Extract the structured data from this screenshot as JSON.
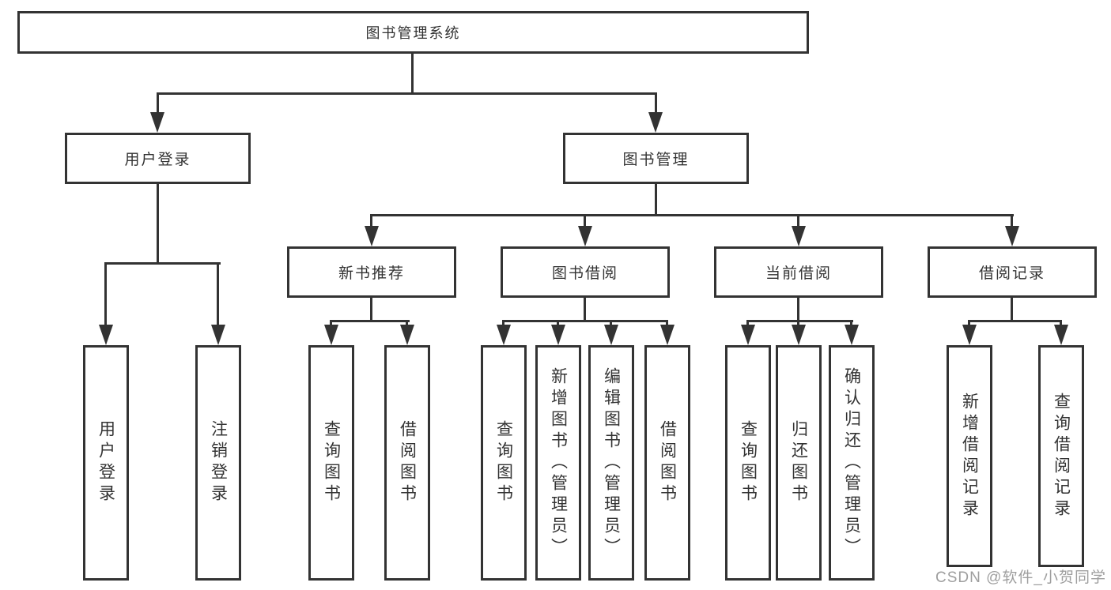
{
  "diagram": {
    "type": "hierarchy-tree",
    "colors": {
      "line": "#333333",
      "text": "#333333",
      "background": "#ffffff",
      "watermark": "#9e9e9e"
    },
    "nodes": {
      "root": {
        "label": "图书管理系统",
        "level": 1
      },
      "user_login": {
        "label": "用户登录",
        "level": 2,
        "parent": "root"
      },
      "book_management": {
        "label": "图书管理",
        "level": 2,
        "parent": "root"
      },
      "new_book_recommend": {
        "label": "新书推荐",
        "level": 3,
        "parent": "book_management"
      },
      "book_borrow": {
        "label": "图书借阅",
        "level": 3,
        "parent": "book_management"
      },
      "current_borrow": {
        "label": "当前借阅",
        "level": 3,
        "parent": "book_management"
      },
      "borrow_records": {
        "label": "借阅记录",
        "level": 3,
        "parent": "book_management"
      },
      "leaf_user_login": {
        "label": "用户登录",
        "level": 4,
        "parent": "user_login"
      },
      "leaf_logout": {
        "label": "注销登录",
        "level": 4,
        "parent": "user_login"
      },
      "leaf_nb_query_book": {
        "label": "查询图书",
        "level": 4,
        "parent": "new_book_recommend"
      },
      "leaf_nb_borrow_book": {
        "label": "借阅图书",
        "level": 4,
        "parent": "new_book_recommend"
      },
      "leaf_bb_query_book": {
        "label": "查询图书",
        "level": 4,
        "parent": "book_borrow"
      },
      "leaf_bb_add_book": {
        "label": "新增图书（管理员）",
        "level": 4,
        "parent": "book_borrow"
      },
      "leaf_bb_edit_book": {
        "label": "编辑图书（管理员）",
        "level": 4,
        "parent": "book_borrow"
      },
      "leaf_bb_borrow_book": {
        "label": "借阅图书",
        "level": 4,
        "parent": "book_borrow"
      },
      "leaf_cb_query_book": {
        "label": "查询图书",
        "level": 4,
        "parent": "current_borrow"
      },
      "leaf_cb_return_book": {
        "label": "归还图书",
        "level": 4,
        "parent": "current_borrow"
      },
      "leaf_cb_confirm_return": {
        "label": "确认归还（管理员）",
        "level": 4,
        "parent": "current_borrow"
      },
      "leaf_br_add_record": {
        "label": "新增借阅记录",
        "level": 4,
        "parent": "borrow_records"
      },
      "leaf_br_query_record": {
        "label": "查询借阅记录",
        "level": 4,
        "parent": "borrow_records"
      }
    }
  },
  "watermark": {
    "text": "CSDN @软件_小贺同学"
  }
}
